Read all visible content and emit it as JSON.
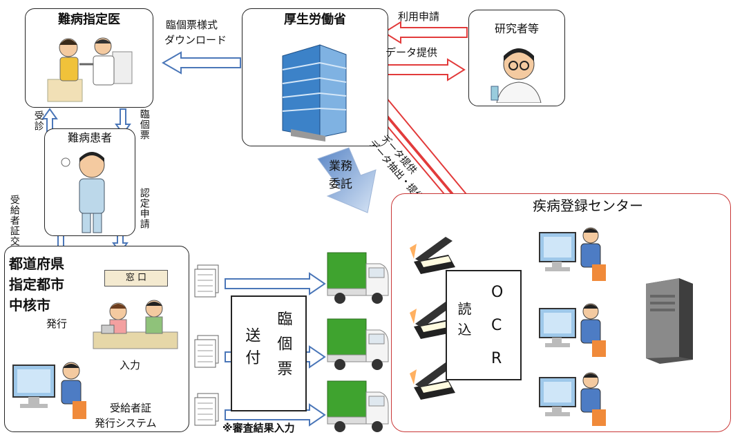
{
  "nodes": {
    "doctor": "難病指定医",
    "mhlw": "厚生労働省",
    "researcher": "研究者等",
    "patient": "難病患者",
    "prefecture": [
      "都道府県",
      "指定都市",
      "中核市"
    ],
    "center": "疾病登録センター",
    "counter_sign": "窓 口",
    "system": [
      "受給者証",
      "発行システム"
    ]
  },
  "labels": {
    "download": [
      "臨個票様式",
      "ダウンロード"
    ],
    "usage_request": "利用申請",
    "data_provide": "データ提供",
    "extract_request": "データ抽出・提供依頼",
    "data_provide_diag": "データ提供",
    "business_left": "業務",
    "business_right": "委託",
    "visit": "受診",
    "rinko": "臨個票",
    "cert_request": "認定申請",
    "cert_issue": "受給者証交付",
    "issue": "発行",
    "input": "入力",
    "send": "送付",
    "rinko_big": "臨個票",
    "read": "読込",
    "ocr": [
      "O",
      "C",
      "R"
    ],
    "footnote": "※審査結果入力"
  },
  "colors": {
    "blue_arrow": "#4a76b8",
    "red_arrow": "#e23a3a",
    "truck_green": "#3fa32f",
    "center_border": "#c83434",
    "building_blue": "#3c82c8"
  }
}
